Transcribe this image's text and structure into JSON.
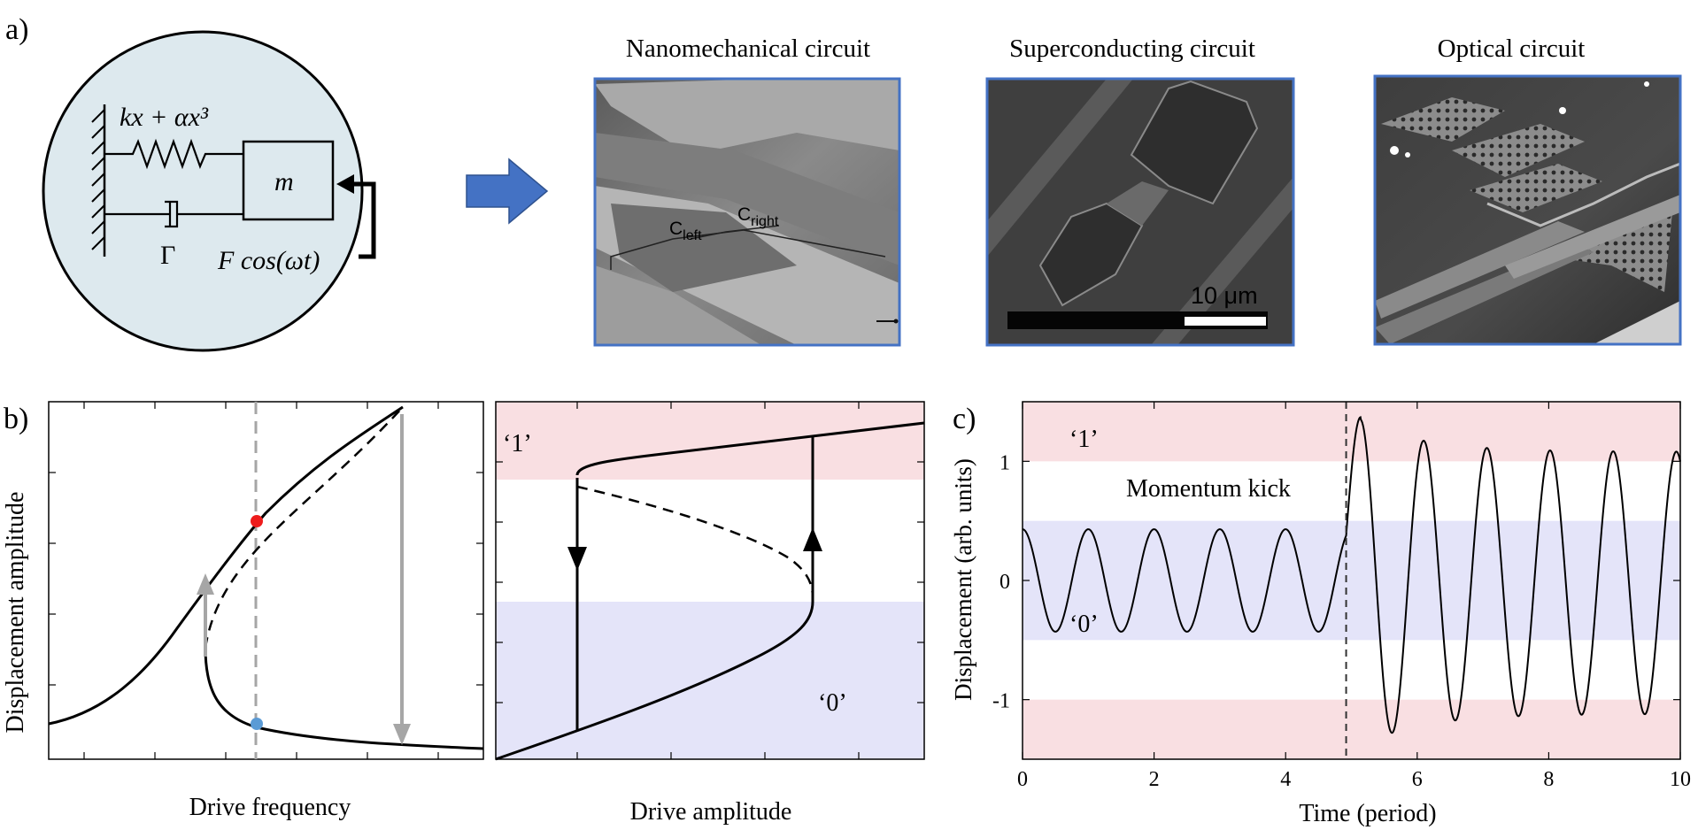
{
  "panel_a": {
    "label": "a)",
    "diagram": {
      "spring": "kx + αx³",
      "mass": "m",
      "damper": "Γ",
      "force": "F cos(ωt)"
    },
    "circuits": [
      {
        "title": "Nanomechanical circuit",
        "labels": [
          "C",
          "left",
          "C",
          "right"
        ]
      },
      {
        "title": "Superconducting circuit",
        "scale": "10 μm"
      },
      {
        "title": "Optical circuit"
      }
    ],
    "colors": {
      "circle_fill": "#dde9ee",
      "arrow": "#4472c4",
      "frame": "#4472c4"
    }
  },
  "panel_b": {
    "label": "b)",
    "left": {
      "xlabel": "Drive frequency",
      "ylabel": "Displacement amplitude"
    },
    "right": {
      "xlabel": "Drive amplitude",
      "state1": "‘1’",
      "state0": "‘0’"
    },
    "colors": {
      "red_dot": "#ee1c1c",
      "blue_dot": "#5b9bd5",
      "grey": "#a6a6a6",
      "band1": "#f9dfe2",
      "band0": "#e4e4f9"
    }
  },
  "panel_c": {
    "label": "c)",
    "annotation": "Momentum kick",
    "state1": "‘1’",
    "state0": "‘0’",
    "chart_data": {
      "type": "line",
      "xlabel": "Time (period)",
      "ylabel": "Displacement (arb. units)",
      "xlim": [
        0,
        10
      ],
      "ylim": [
        -1.5,
        1.5
      ],
      "xticks": [
        "0",
        "2",
        "4",
        "6",
        "8",
        "10"
      ],
      "yticks": [
        "-1",
        "0",
        "1"
      ],
      "bands": [
        {
          "state": "1",
          "from": 1.0,
          "to": 1.5,
          "color": "#f9dfe2"
        },
        {
          "state": "0",
          "from": -0.5,
          "to": 0.5,
          "color": "#e4e4f9"
        },
        {
          "state": "1",
          "from": -1.5,
          "to": -1.0,
          "color": "#f9dfe2"
        }
      ],
      "kick_time": 4.92,
      "series": [
        {
          "segment": "before kick",
          "t_range": [
            0,
            4.92
          ],
          "amplitude": 0.43,
          "period": 1.0
        },
        {
          "segment": "after kick",
          "t_range": [
            4.92,
            10
          ],
          "amplitude": 1.1,
          "period": 0.96,
          "first_peak": 1.37,
          "first_trough": -1.23
        }
      ]
    }
  }
}
